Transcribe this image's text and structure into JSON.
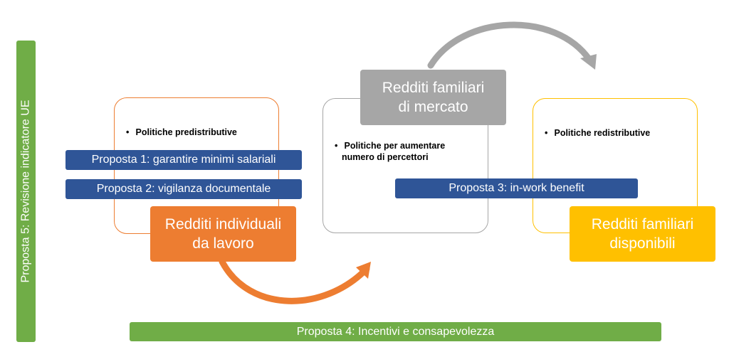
{
  "left_card": {
    "bullet": "Politiche predistributive",
    "title_line1": "Redditi individuali",
    "title_line2": "da lavoro"
  },
  "middle_card": {
    "bullet_line1": "Politiche per aumentare",
    "bullet_line2": "numero di percettori",
    "title_line1": "Redditi familiari",
    "title_line2": "di mercato"
  },
  "right_card": {
    "bullet": "Politiche redistributive",
    "title_line1": "Redditi familiari",
    "title_line2": "disponibili"
  },
  "proposals": {
    "p1": "Proposta 1: garantire minimi salariali",
    "p2": "Proposta 2: vigilanza documentale",
    "p3": "Proposta 3: in-work benefit",
    "p4": "Proposta 4: Incentivi e consapevolezza",
    "p5": "Proposta 5: Revisione indicatore UE"
  },
  "colors": {
    "orange": "#ED7D31",
    "grey": "#A6A6A6",
    "yellow": "#FFC000",
    "blue": "#2F5597",
    "green": "#70AD47"
  }
}
